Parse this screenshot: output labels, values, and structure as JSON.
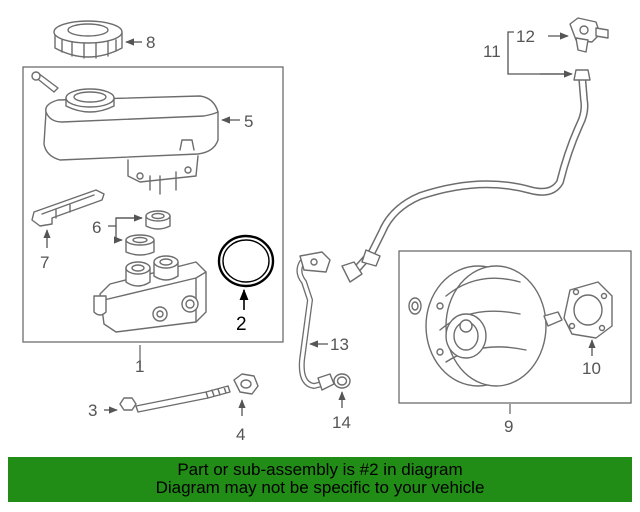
{
  "callouts": {
    "c1": "1",
    "c2": "2",
    "c3": "3",
    "c4": "4",
    "c5": "5",
    "c6": "6",
    "c7": "7",
    "c8": "8",
    "c9": "9",
    "c10": "10",
    "c11": "11",
    "c12": "12",
    "c13": "13",
    "c14": "14"
  },
  "banner": {
    "line1": "Part or sub-assembly is #2 in diagram",
    "line2": "Diagram may not be specific to your vehicle"
  },
  "colors": {
    "banner_bg": "#218c16",
    "highlight": "#000000",
    "line_art": "#6d6d6d"
  }
}
